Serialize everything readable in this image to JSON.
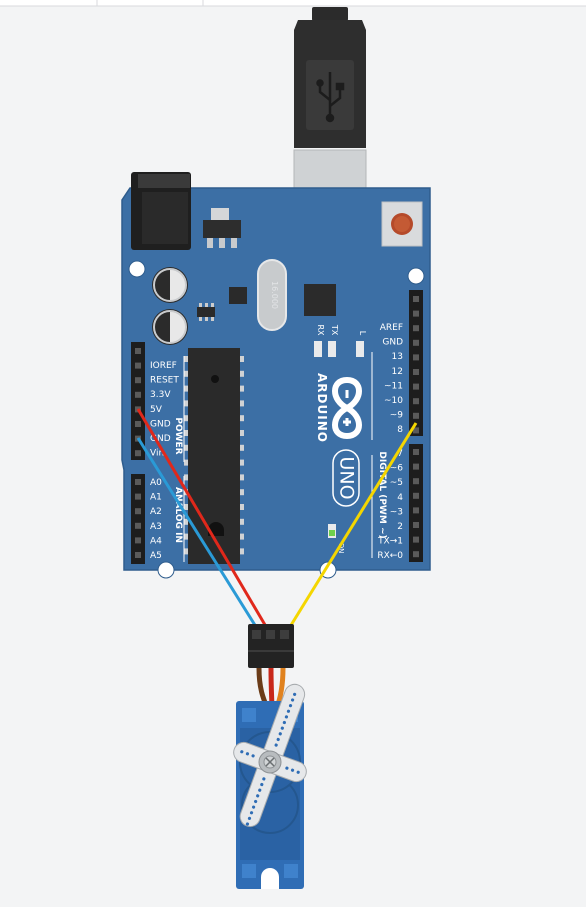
{
  "board": {
    "power_pins": [
      "IOREF",
      "RESET",
      "3.3V",
      "5V",
      "GND",
      "GND",
      "Vin"
    ],
    "power_header": "POWER",
    "analog_pins": [
      "A0",
      "A1",
      "A2",
      "A3",
      "A4",
      "A5"
    ],
    "analog_header": "ANALOG IN",
    "digital_pins_top": [
      "AREF",
      "GND",
      "13",
      "12",
      "~11",
      "~10",
      "~9",
      "8"
    ],
    "digital_pins_bottom": [
      "7",
      "~6",
      "~5",
      "4",
      "~3",
      "2",
      "TX→1",
      "RX←0"
    ],
    "digital_header": "DIGITAL (PWM ~)",
    "brand": "ARDUINO",
    "model": "UNO",
    "led_rx": "RX",
    "led_tx": "TX",
    "led_l": "L",
    "led_on": "ON",
    "crystal_label": "16.000"
  },
  "colors": {
    "board": "#3c6fa5",
    "wire_power": "#e0281b",
    "wire_ground": "#2a9ad6",
    "wire_signal": "#f4d600",
    "servo": "#2f6db5"
  }
}
